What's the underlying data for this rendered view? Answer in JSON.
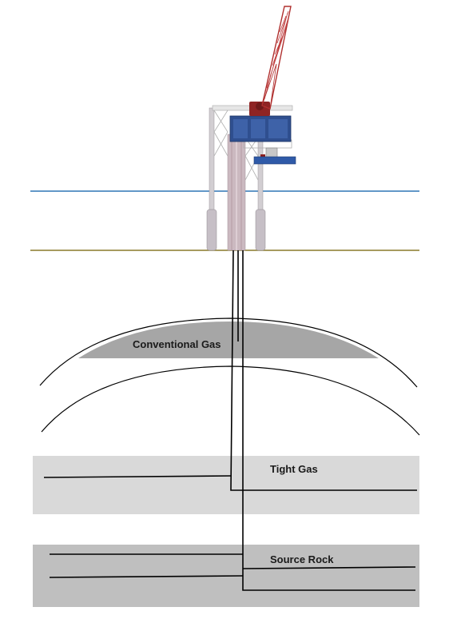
{
  "labels": {
    "conventional_gas": "Conventional Gas",
    "tight_gas": "Tight Gas",
    "source_rock": "Source Rock"
  },
  "colors": {
    "sea_surface": "#2e75b6",
    "seabed": "#8a7a2a",
    "conventional_gas_fill": "#a6a6a6",
    "tight_gas_layer": "#d9d9d9",
    "source_rock_layer": "#bfbfbf",
    "wellbore": "#000000",
    "platform_deck": "#2f4f8f",
    "crane": "#b0302f",
    "legs": "#c9c4c8"
  },
  "icons": {
    "platform": "offshore-drilling-platform-icon",
    "crane": "crane-icon"
  }
}
